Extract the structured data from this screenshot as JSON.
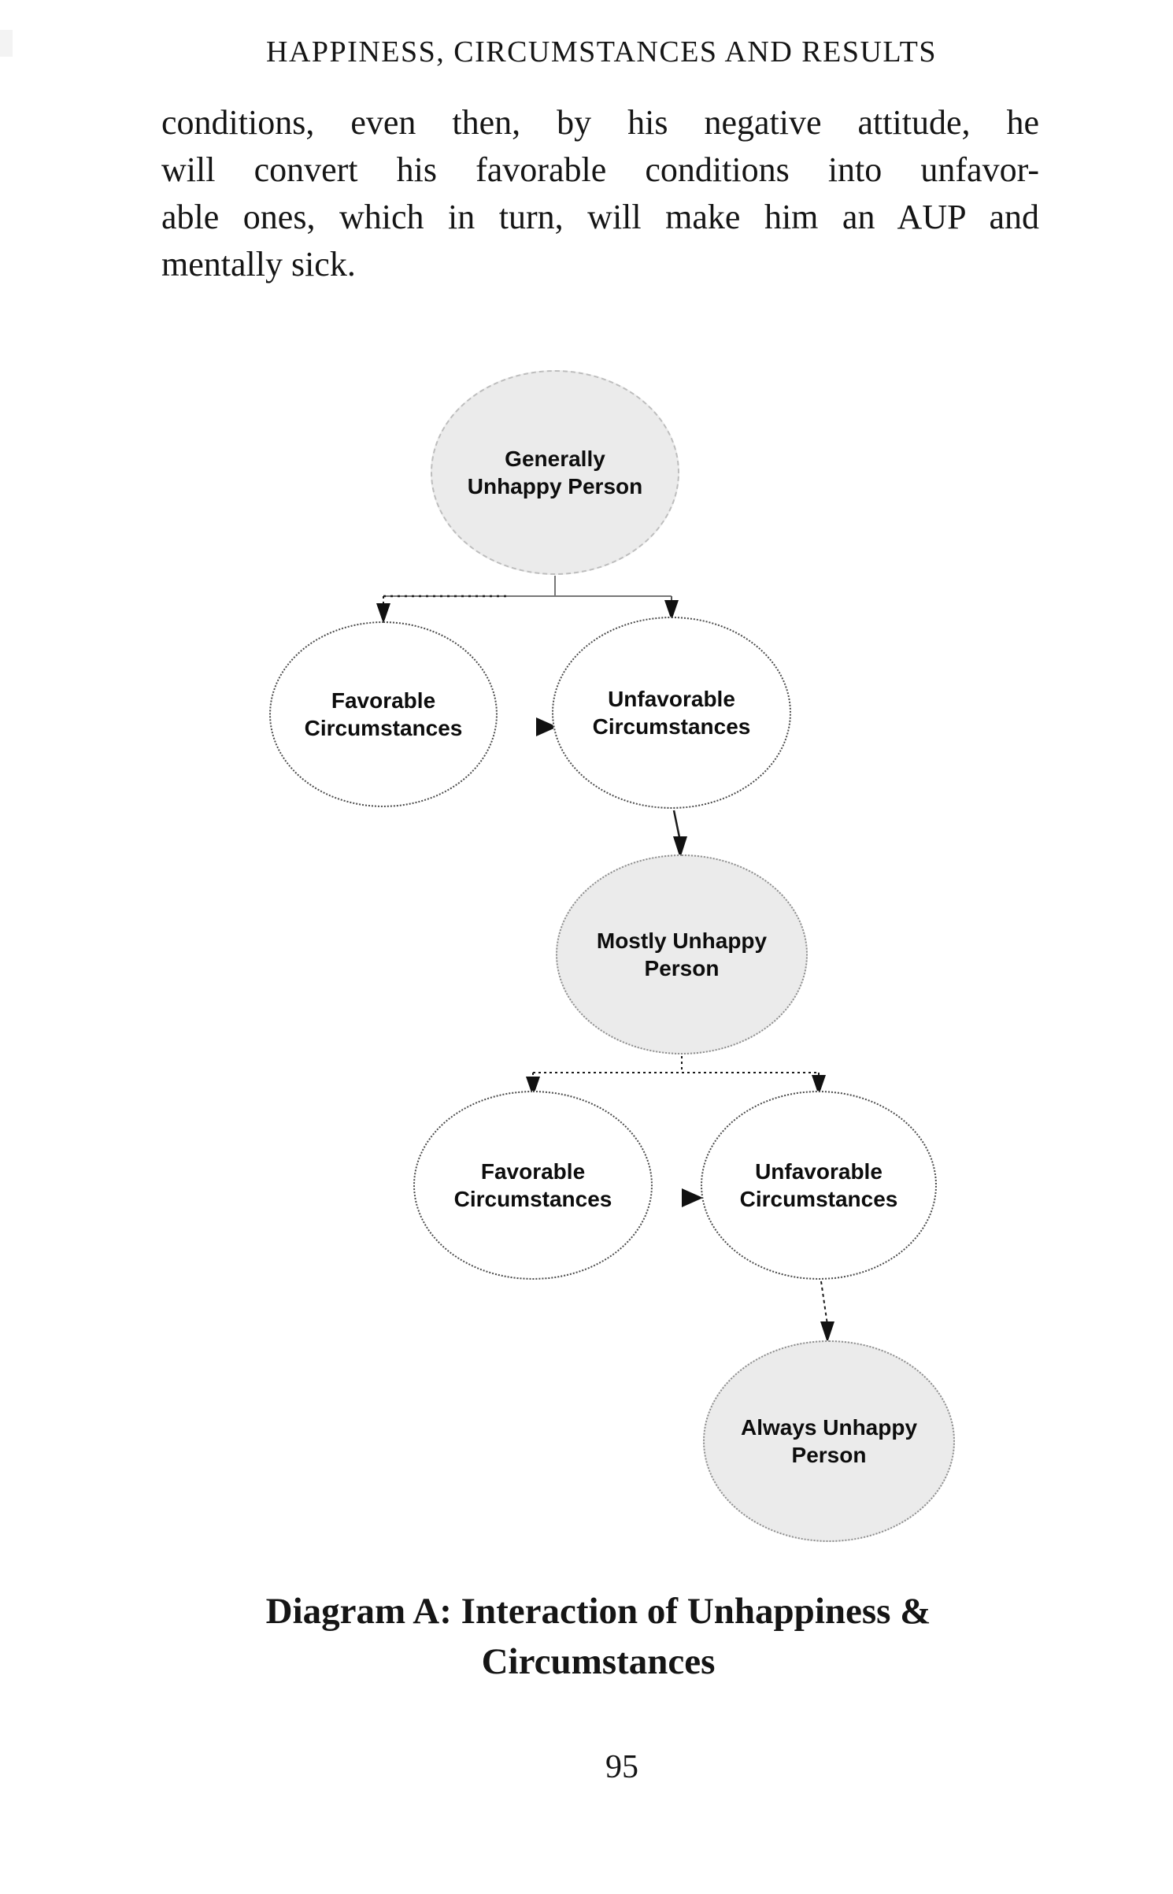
{
  "page": {
    "header": "HAPPINESS, CIRCUMSTANCES AND RESULTS",
    "paragraph_lines": [
      "conditions, even then, by his negative attitude, he",
      "will convert his favorable conditions into unfavor-",
      "able ones, which in turn, will make him an AUP and",
      "mentally sick."
    ],
    "caption_line1": "Diagram A: Interaction of Unhappiness &",
    "caption_line2": "Circumstances",
    "page_number": "95"
  },
  "diagram": {
    "nodes": [
      {
        "id": "generally-unhappy-person",
        "line1": "Generally",
        "line2": "Unhappy Person",
        "filled": true
      },
      {
        "id": "favorable-circumstances-top",
        "line1": "Favorable",
        "line2": "Circumstances",
        "filled": false
      },
      {
        "id": "unfavorable-circumstances-top",
        "line1": "Unfavorable",
        "line2": "Circumstances",
        "filled": false
      },
      {
        "id": "mostly-unhappy-person",
        "line1": "Mostly Unhappy",
        "line2": "Person",
        "filled": true
      },
      {
        "id": "favorable-circumstances-bottom",
        "line1": "Favorable",
        "line2": "Circumstances",
        "filled": false
      },
      {
        "id": "unfavorable-circumstances-bottom",
        "line1": "Unfavorable",
        "line2": "Circumstances",
        "filled": false
      },
      {
        "id": "always-unhappy-person",
        "line1": "Always Unhappy",
        "line2": "Person",
        "filled": true
      }
    ],
    "colors": {
      "node_fill_gray": "#ebebeb",
      "node_border_light": "#bdbdbd",
      "node_border_dark": "#4a4a4a",
      "connector_gray": "#777777",
      "connector_black": "#1a1a1a",
      "text": "#0d0d0d"
    }
  }
}
